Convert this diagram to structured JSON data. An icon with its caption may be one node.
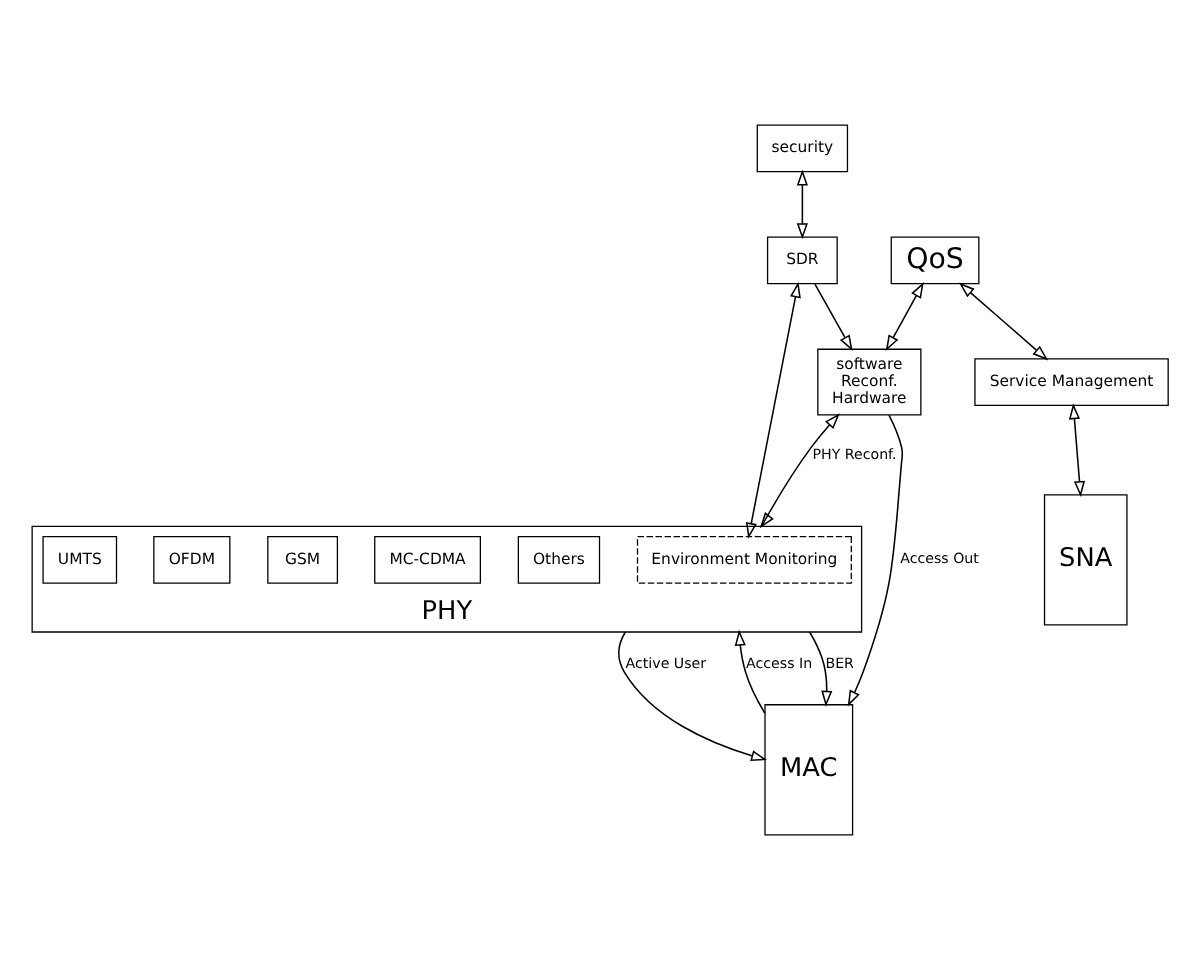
{
  "diagram": {
    "nodes": [
      {
        "text": [
          "security"
        ]
      },
      {
        "text": [
          "SDR"
        ]
      },
      {
        "text": [
          "SNA"
        ]
      },
      {
        "text": [
          "QoS"
        ]
      },
      {
        "text": [
          "Service Management"
        ]
      },
      {
        "text": [
          "software",
          "Reconf.",
          "Hardware"
        ]
      },
      {
        "text": [
          "PHY"
        ]
      },
      {
        "text": [
          "Environment Monitoring"
        ],
        "in": 6
      },
      {
        "text": [
          "Others"
        ],
        "in": 6
      },
      {
        "text": [
          "MC-CDMA"
        ],
        "in": 6
      },
      {
        "text": [
          "GSM"
        ],
        "in": 6
      },
      {
        "text": [
          "OFDM"
        ],
        "in": 6
      },
      {
        "text": [
          "UMTS"
        ],
        "in": 6
      },
      {
        "text": [
          "MAC"
        ]
      }
    ],
    "edges": [
      {
        "from": 0,
        "to": 1,
        "arrow": "both"
      },
      {
        "from": 1,
        "to": 7,
        "arrow": "both"
      },
      {
        "from": 1,
        "to": 5,
        "arrow": "to"
      },
      {
        "from": 3,
        "to": 4,
        "arrow": "both"
      },
      {
        "from": 3,
        "to": 5,
        "arrow": "both"
      },
      {
        "from": 4,
        "to": 2,
        "arrow": "both"
      },
      {
        "from": 6,
        "to": 5,
        "arrow": "both",
        "label": "PHY Reconf."
      },
      {
        "from": 5,
        "to": 13,
        "arrow": "to",
        "label": "Access Out"
      },
      {
        "from": 6,
        "to": 13,
        "arrow": "to",
        "label": "BER"
      },
      {
        "from": 6,
        "to": 13,
        "arrow": "to",
        "label": "Active User"
      },
      {
        "from": 13,
        "to": 6,
        "arrow": "to",
        "label": "Access In"
      }
    ]
  }
}
